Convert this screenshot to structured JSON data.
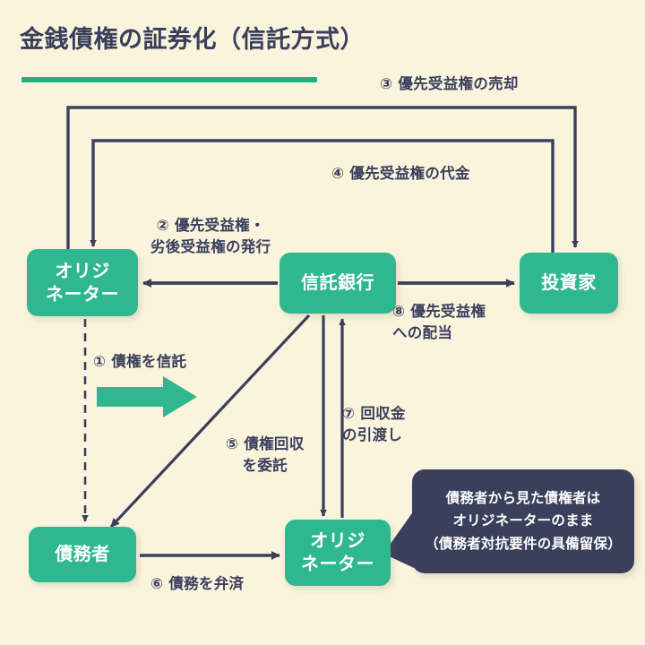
{
  "title": "金銭債権の証券化（信託方式）",
  "colors": {
    "background": "#fbf4dd",
    "node_fill": "#2fb890",
    "node_text": "#ffffff",
    "line": "#3a3f5c",
    "accent_rule": "#20b27f",
    "callout_fill": "#3a3f5c",
    "block_arrow": "#2fb890"
  },
  "nodes": {
    "originator_top": {
      "lines": [
        "オリジ",
        "ネーター"
      ]
    },
    "trust_bank": {
      "lines": [
        "信託銀行"
      ]
    },
    "investor": {
      "lines": [
        "投資家"
      ]
    },
    "debtor": {
      "lines": [
        "債務者"
      ]
    },
    "originator_bottom": {
      "lines": [
        "オリジ",
        "ネーター"
      ]
    }
  },
  "callout": {
    "lines": [
      "債務者から見た債権者は",
      "オリジネーターのまま",
      "（債務者対抗要件の具備留保）"
    ]
  },
  "flows": {
    "f1": {
      "number": "①",
      "lines": [
        "① 債権を信託"
      ]
    },
    "f2": {
      "number": "②",
      "lines": [
        "② 優先受益権・",
        "劣後受益権の発行"
      ]
    },
    "f3": {
      "number": "③",
      "lines": [
        "③ 優先受益権の売却"
      ]
    },
    "f4": {
      "number": "④",
      "lines": [
        "④ 優先受益権の代金"
      ]
    },
    "f5": {
      "number": "⑤",
      "lines": [
        "⑤ 債権回収",
        "を委託"
      ]
    },
    "f6": {
      "number": "⑥",
      "lines": [
        "⑥ 債務を弁済"
      ]
    },
    "f7": {
      "number": "⑦",
      "lines": [
        "⑦ 回収金",
        "の引渡し"
      ]
    },
    "f8": {
      "number": "⑧",
      "lines": [
        "⑧ 優先受益権",
        "への配当"
      ]
    }
  }
}
